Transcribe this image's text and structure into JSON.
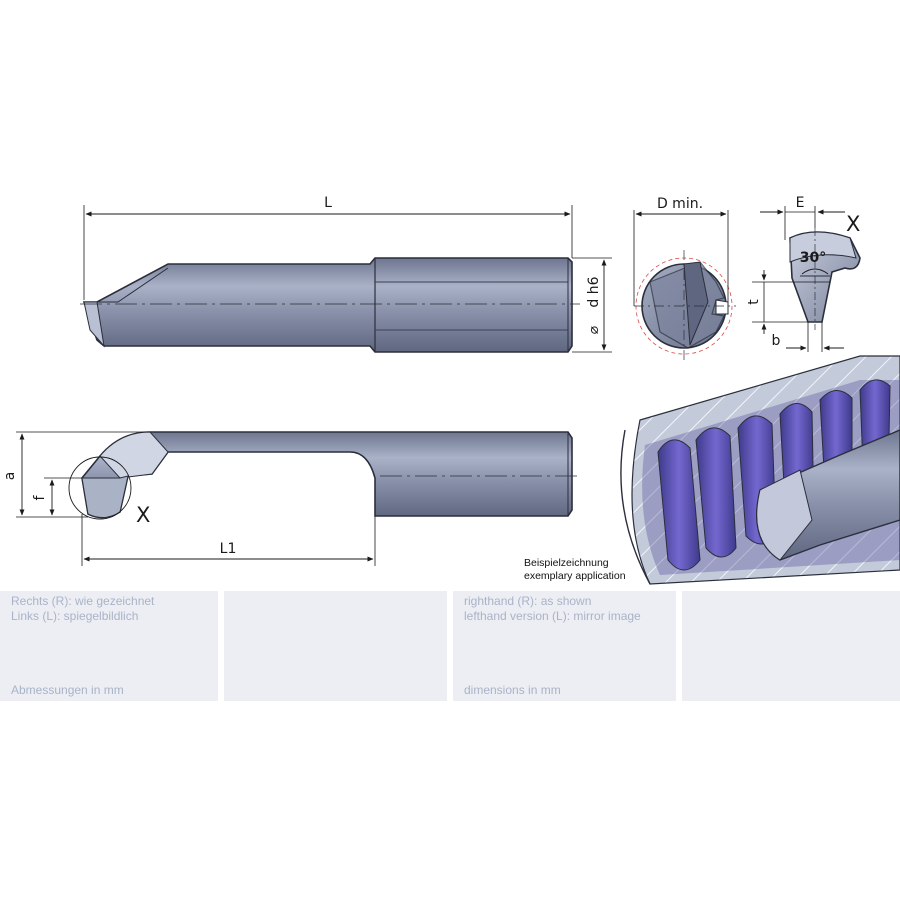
{
  "labels": {
    "L": "L",
    "d_h6": "d h6",
    "diameter_symbol": "⌀",
    "D_min": "D min.",
    "E": "E",
    "X_top": "X",
    "angle": "30°",
    "t": "t",
    "b": "b",
    "a": "a",
    "f": "f",
    "X_side": "X",
    "L1": "L1"
  },
  "caption": {
    "line1": "Beispielzeichnung",
    "line2": "exemplary application"
  },
  "info": {
    "de_direction_r": "Rechts (R): wie gezeichnet",
    "de_direction_l": "Links (L): spiegelbildlich",
    "de_units": "Abmessungen in mm",
    "en_direction_r": "righthand (R): as shown",
    "en_direction_l": "lefthand version (L): mirror image",
    "en_units": "dimensions in mm"
  },
  "colors": {
    "tool_body": "#8e97b0",
    "tool_outline": "#2b2f3c",
    "thread_coating": "#5a4fb0",
    "info_background": "#eceef3",
    "info_text": "#a9b3c8"
  }
}
